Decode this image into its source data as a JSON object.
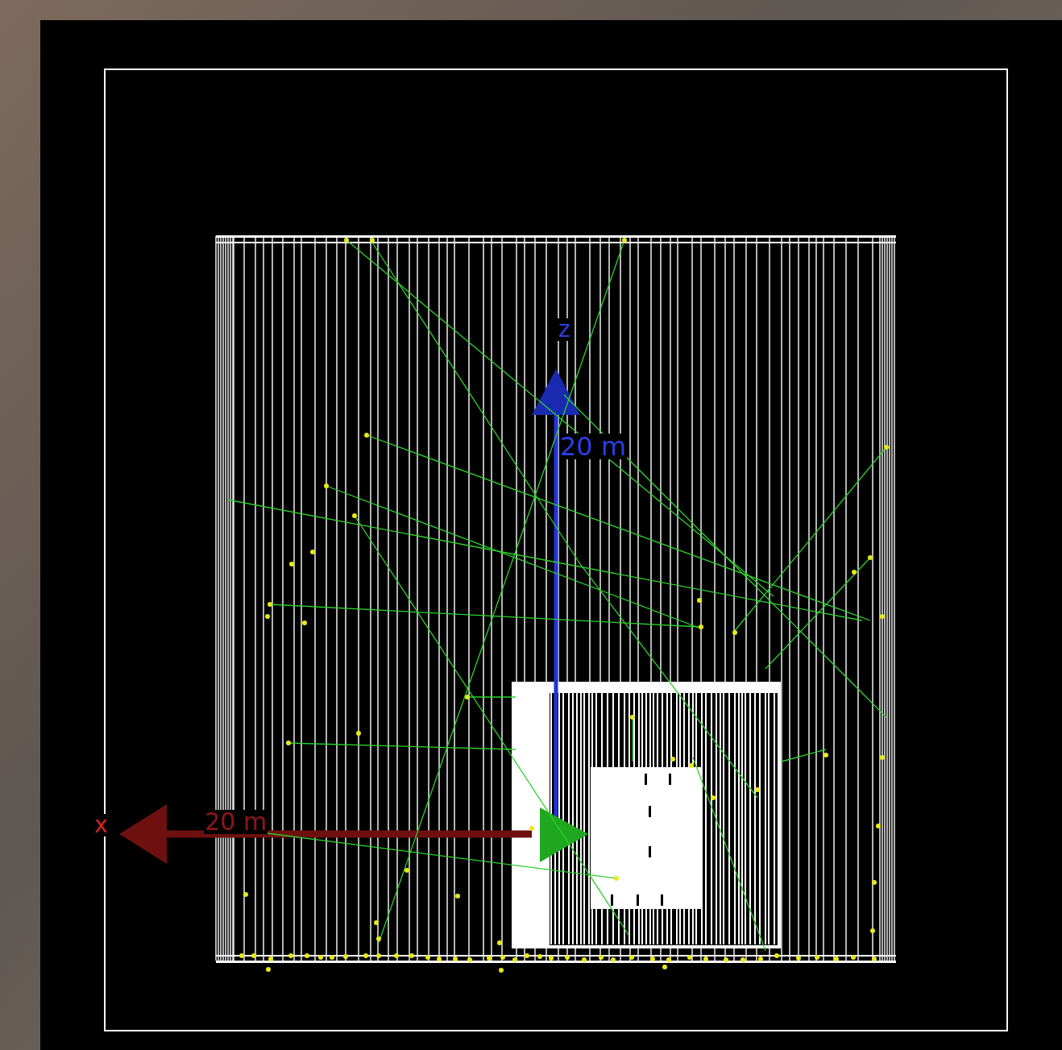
{
  "diagram": {
    "labels": [
      "z",
      "20 m",
      "x",
      "20 m"
    ]
  }
}
